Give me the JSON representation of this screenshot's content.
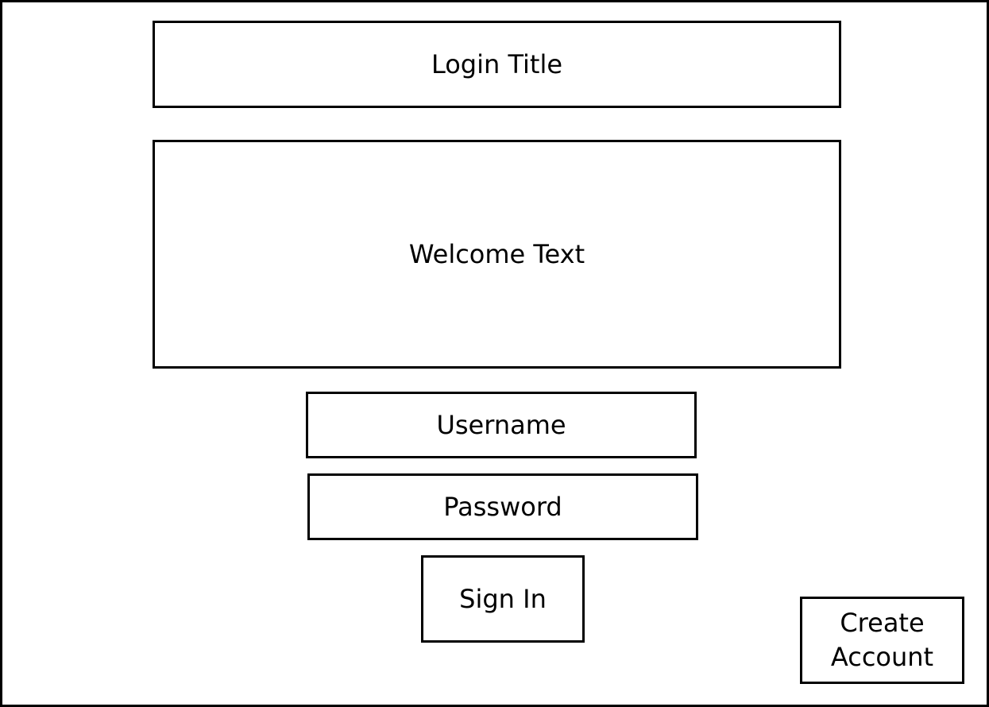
{
  "login": {
    "title": "Login Title",
    "welcome_text": "Welcome Text",
    "username_label": "Username",
    "password_label": "Password",
    "sign_in_label": "Sign In",
    "create_account_label": "Create\nAccount"
  },
  "colors": {
    "border": "#000000",
    "background": "#ffffff",
    "text": "#000000"
  }
}
